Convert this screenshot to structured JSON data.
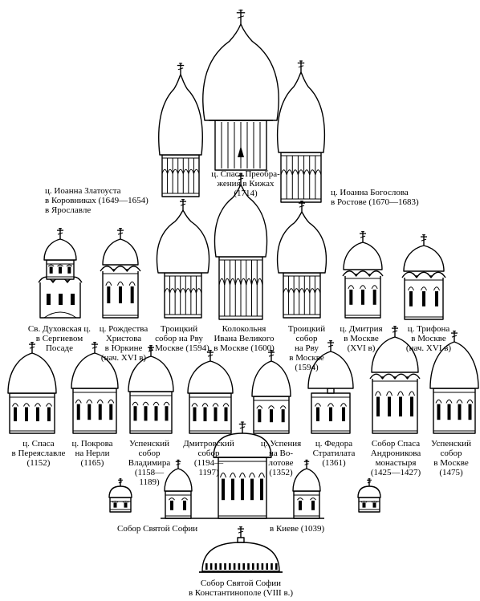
{
  "captions": {
    "kizhi": "ц. Спаса Преобра-\nжения в Кижах\n(1714)",
    "yaroslavl": "ц. Иоанна Златоуста\nв Коровниках (1649—1654)\nв Ярославле",
    "rostov": "ц. Иоанна Богослова\nв Ростове (1670—1683)",
    "sergiev": "Св. Духовская ц.\nв Сергиевом\nПосаде",
    "yurkino": "ц. Рождества\nХристова\nв Юркине\n(нач. XVI в)",
    "troitsky_rvu_1": "Троицкий\nсобор на Рву\nв Москве (1594)",
    "ivan_veliky": "Колокольня\nИвана Великого\nв Москве (1600)",
    "troitsky_rvu_2": "Троицкий\nсобор\nна Рву\nв Москве\n(1594)",
    "dmitry": "ц. Дмитрия\nв Москве\n(XVI в)",
    "trifon": "ц. Трифона\nв Москве\n(нач. XVI в)",
    "spas_pereslavl": "ц. Спаса\nв Переяславле\n(1152)",
    "pokrov_nerl": "ц. Покрова\nна Нерли\n(1165)",
    "uspensky_vladimir": "Успенский\nсобор\nВладимира\n(1158—\n1189)",
    "dmitrovsky": "Дмитровский\nсобор\n(1194—\n1197)",
    "uspenie_volotovo": "ц. Успения\nна Во-\nлотове\n(1352)",
    "fedor_stratilat": "ц. Федора\nСтратилата\n(1361)",
    "spas_andronikov": "Собор Спаса\nАндроникова\nмонастыря\n(1425—1427)",
    "uspensky_moscow": "Успенский\nсобор\nв Москве\n(1475)",
    "sofia_kiev_a": "Собор Святой Софии",
    "sofia_kiev_b": "в Киеве (1039)",
    "sofia_cpl": "Собор Святой Софии\nв Константинополе (VIII в.)"
  }
}
